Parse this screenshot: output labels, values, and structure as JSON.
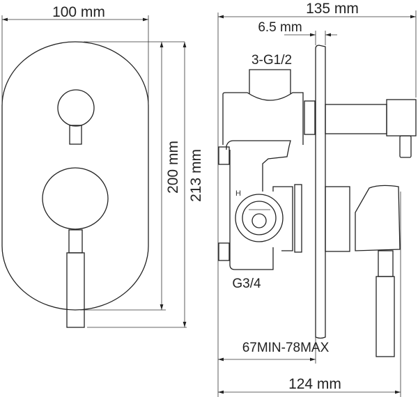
{
  "front_view": {
    "width_label": "100 mm",
    "plate_height_label": "200 mm",
    "total_height_label": "213 mm"
  },
  "side_view": {
    "total_depth_label": "135 mm",
    "plate_thickness_label": "6.5 mm",
    "inlet_label": "3-G1/2",
    "outlet_label": "G3/4",
    "install_depth_label": "67MIN-78MAX",
    "body_depth_label": "124 mm",
    "marker_label": "H"
  },
  "colors": {
    "line": "#222222",
    "background": "#ffffff"
  }
}
